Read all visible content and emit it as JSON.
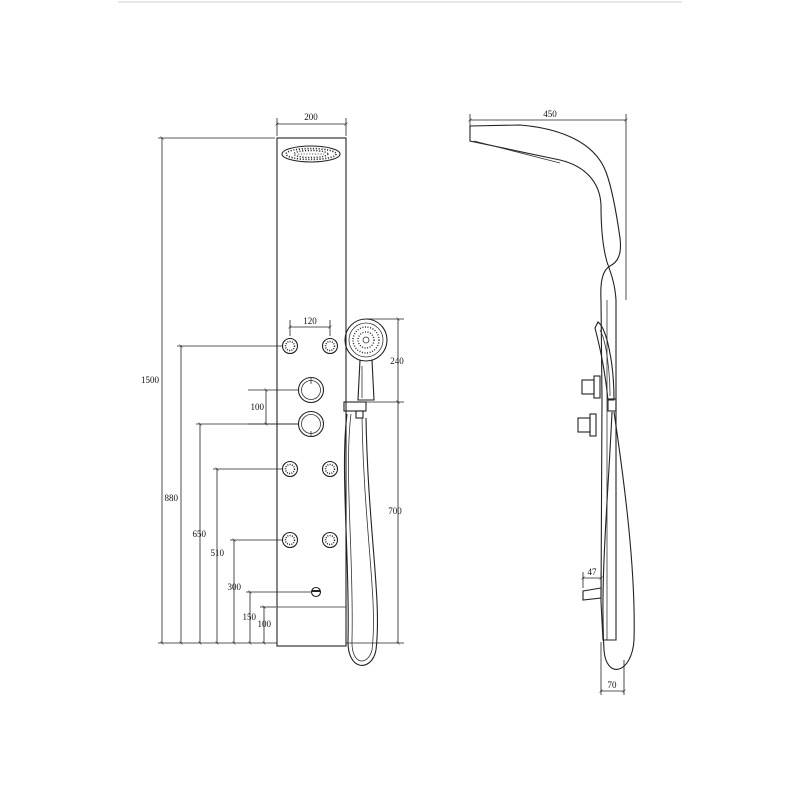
{
  "front_view": {
    "width_dim": "200",
    "nozzle_spacing_dim": "120",
    "total_height_dim": "1500",
    "handshower_dim": "240",
    "knob_spacing_dim": "100",
    "height_880": "880",
    "height_650": "650",
    "height_510": "510",
    "height_300": "300",
    "height_150": "150",
    "height_100": "100",
    "hose_height_dim": "700"
  },
  "side_view": {
    "depth_dim": "450",
    "spout_dim": "47",
    "bottom_depth_dim": "70"
  }
}
